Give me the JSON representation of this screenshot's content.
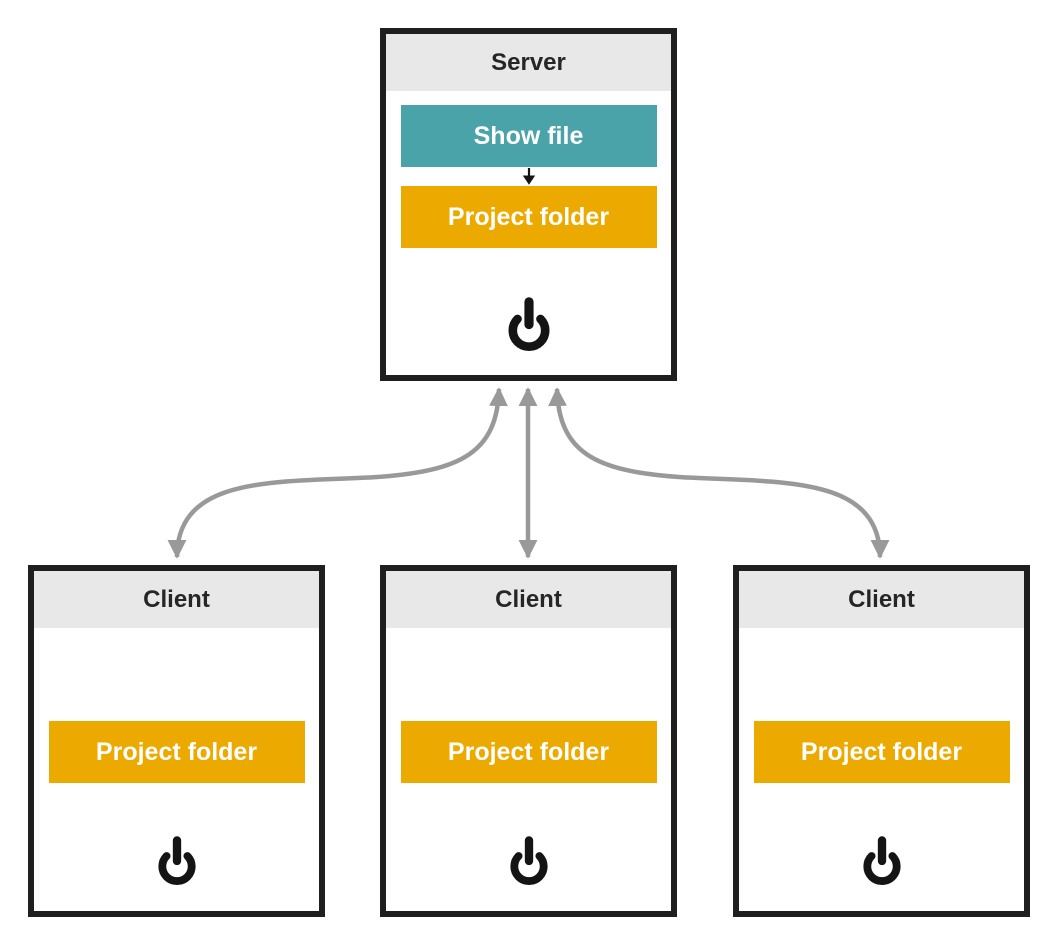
{
  "colors": {
    "teal": "#4AA3A8",
    "orange": "#ECAA00",
    "header_gray": "#E8E8E8",
    "border_dark": "#1F1F1F",
    "arrow_gray": "#999999",
    "text_dark": "#262626",
    "text_light": "#FFFFFF",
    "icon_black": "#141414"
  },
  "server": {
    "title": "Server",
    "show_file_label": "Show file",
    "project_folder_label": "Project folder",
    "power_icon": "power-icon"
  },
  "clients": [
    {
      "title": "Client",
      "project_folder_label": "Project folder",
      "power_icon": "power-icon"
    },
    {
      "title": "Client",
      "project_folder_label": "Project folder",
      "power_icon": "power-icon"
    },
    {
      "title": "Client",
      "project_folder_label": "Project folder",
      "power_icon": "power-icon"
    }
  ]
}
